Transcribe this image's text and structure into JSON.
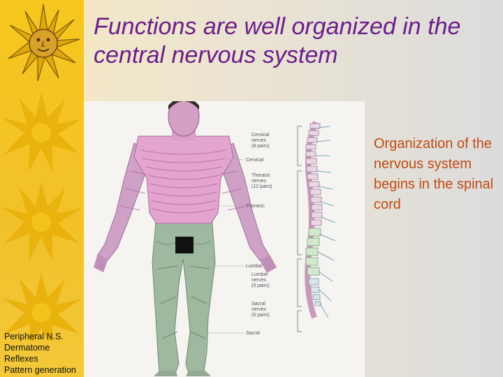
{
  "slide": {
    "title": "Functions are well organized in the central nervous system",
    "bullet": "Organization of the nervous system begins in the spinal cord",
    "notes": [
      "Peripheral N.S.",
      "Dermatome",
      "Reflexes",
      "Pattern generation"
    ]
  },
  "figure": {
    "labels": {
      "cervical_nerves": [
        "Cervical",
        "nerves",
        "(8 pairs)"
      ],
      "cervical": "Cervical",
      "thoracic_nerves": [
        "Thoracic",
        "nerves",
        "(12 pairs)"
      ],
      "thoracic": "Thoracic",
      "lumbar": "Lumbar",
      "lumbar_nerves": [
        "Lumbar",
        "nerves",
        "(5 pairs)"
      ],
      "sacral_nerves": [
        "Sacral",
        "nerves",
        "(5 pairs)"
      ],
      "sacral": "Sacral"
    }
  },
  "colors": {
    "title": "#6a1d8a",
    "bullet": "#c04a10",
    "strip": "#f7c61e",
    "sun": "#e6b10a"
  },
  "icons": [
    "sun-icon",
    "sun-icon",
    "sun-icon",
    "sun-icon"
  ]
}
